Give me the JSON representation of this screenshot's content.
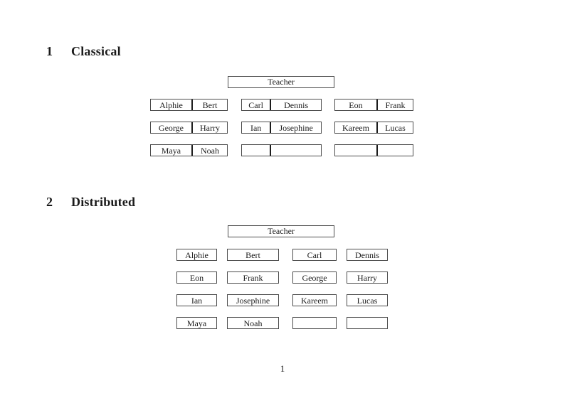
{
  "document": {
    "page_number": "1"
  },
  "classical": {
    "heading_number": "1",
    "heading_title": "Classical",
    "teacher_label": "Teacher",
    "desks": [
      {
        "s1": "Alphie",
        "s2": "Bert"
      },
      {
        "s1": "Carl",
        "s2": "Dennis"
      },
      {
        "s1": "Eon",
        "s2": "Frank"
      },
      {
        "s1": "George",
        "s2": "Harry"
      },
      {
        "s1": "Ian",
        "s2": "Josephine"
      },
      {
        "s1": "Kareem",
        "s2": "Lucas"
      },
      {
        "s1": "Maya",
        "s2": "Noah"
      },
      {
        "s1": "",
        "s2": ""
      },
      {
        "s1": "",
        "s2": ""
      }
    ]
  },
  "distributed": {
    "heading_number": "2",
    "heading_title": "Distributed",
    "teacher_label": "Teacher",
    "seats": [
      "Alphie",
      "Bert",
      "Carl",
      "Dennis",
      "Eon",
      "Frank",
      "George",
      "Harry",
      "Ian",
      "Josephine",
      "Kareem",
      "Lucas",
      "Maya",
      "Noah",
      "",
      ""
    ]
  }
}
